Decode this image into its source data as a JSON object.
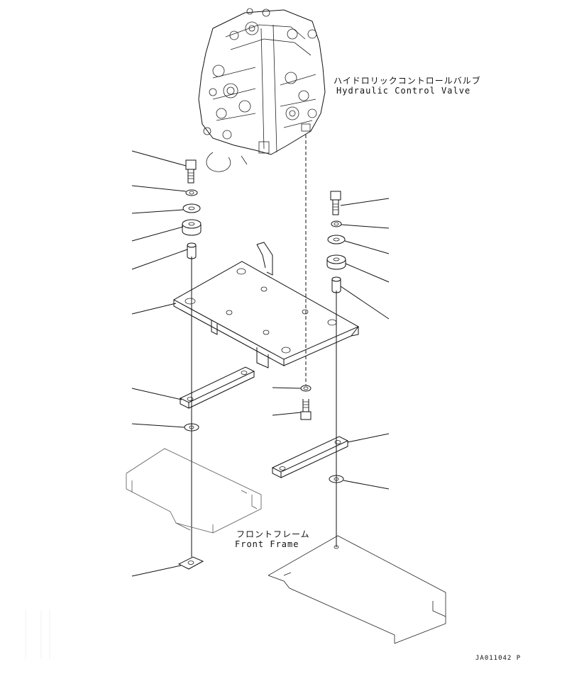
{
  "labels": {
    "valve_jp": "ハイドロリックコントロールバルブ",
    "valve_en": "Hydraulic Control Valve",
    "frame_jp": "フロントフレーム",
    "frame_en": "Front Frame",
    "drawing_code": "JA011042 P"
  },
  "colors": {
    "line": "#111111",
    "background": "#ffffff"
  }
}
